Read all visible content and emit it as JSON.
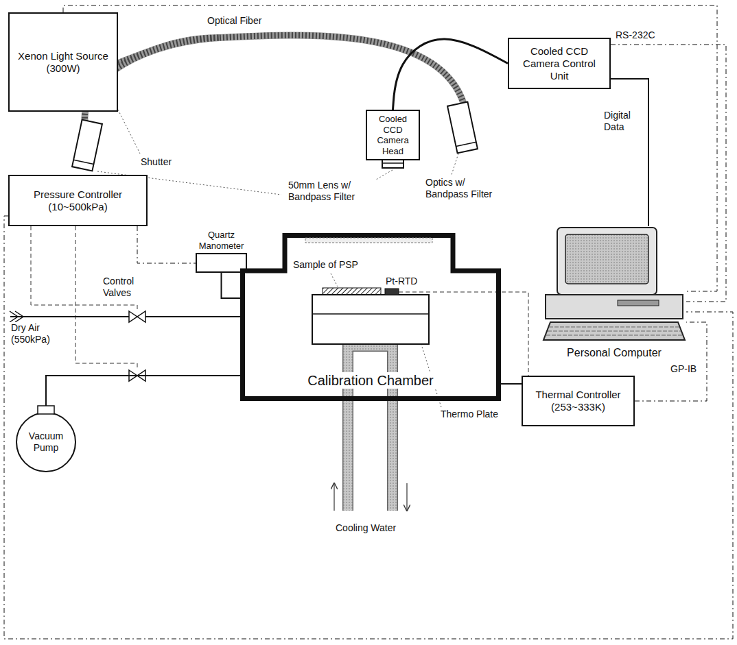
{
  "diagram": {
    "nodes": [
      {
        "text": [
          "Xenon Light Source (300W)"
        ]
      },
      {
        "text": [
          "Cooled CCD Camera Control Unit"
        ]
      },
      {
        "text": [
          "Cooled CCD Camera Head"
        ]
      },
      {
        "text": [
          "Pressure Controller (10~500kPa)"
        ]
      },
      {
        "text": [
          "Quartz Manometer"
        ]
      },
      {
        "text": [
          "Calibration Chamber"
        ]
      },
      {
        "text": [
          "Thermal Controller (253~333K)"
        ]
      },
      {
        "text": [
          "Personal Computer"
        ]
      },
      {
        "text": [
          "Vacuum Pump"
        ]
      }
    ],
    "edges": [
      {
        "from": 2,
        "to": 1,
        "arrow": "none"
      },
      {
        "from": 1,
        "to": 7,
        "label": "Digital Data",
        "arrow": "none"
      },
      {
        "from": 1,
        "to": 7,
        "label": "RS-232C",
        "arrow": "none"
      },
      {
        "from": 0,
        "to": 7,
        "arrow": "none"
      },
      {
        "from": 3,
        "to": 7,
        "arrow": "none"
      },
      {
        "from": 3,
        "to": 4,
        "arrow": "none"
      },
      {
        "from": 4,
        "to": 5,
        "arrow": "none"
      },
      {
        "from": 8,
        "to": 5,
        "arrow": "none"
      },
      {
        "from": 6,
        "to": 5,
        "arrow": "none"
      },
      {
        "from": 6,
        "to": 7,
        "label": "GP-IB",
        "arrow": "none"
      }
    ],
    "labels": [
      "Optical Fiber",
      "Shutter",
      "50mm Lens w/ Bandpass Filter",
      "Optics w/ Bandpass Filter",
      "Control Valves",
      "Sample of PSP",
      "Pt-RTD",
      "Dry Air (550kPa)",
      "Thermo Plate",
      "Cooling Water"
    ]
  }
}
